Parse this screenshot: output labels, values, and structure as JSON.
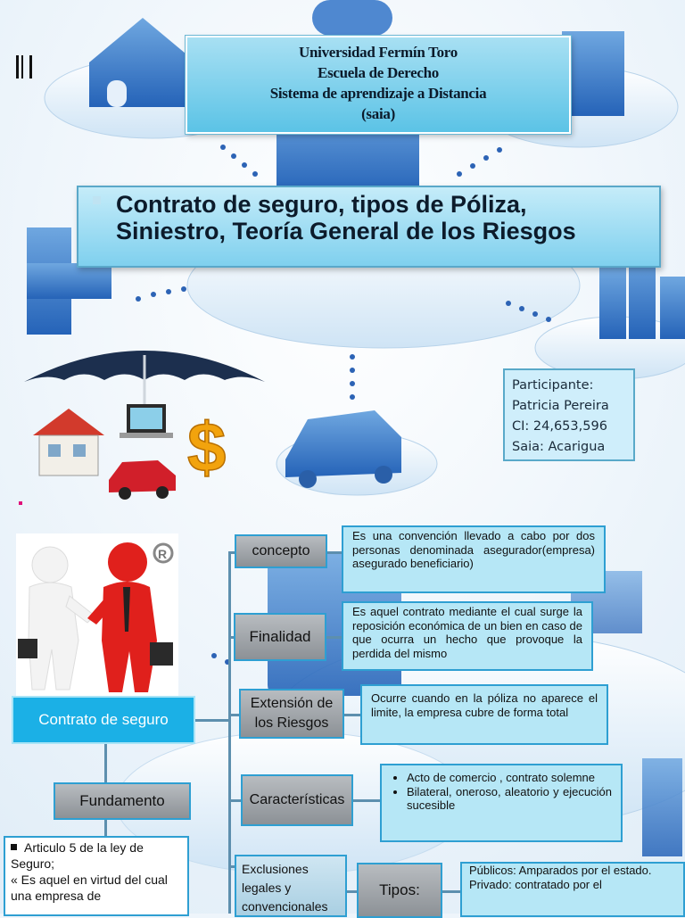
{
  "header": {
    "lines": [
      "Universidad Fermín Toro",
      "Escuela de Derecho",
      "Sistema de aprendizaje a Distancia",
      "(saia)"
    ]
  },
  "title": {
    "line1": "Contrato de seguro, tipos de Póliza,",
    "line2": "Siniestro, Teoría General de los Riesgos"
  },
  "participant": {
    "lines": [
      "Participante:",
      "Patricia Pereira",
      "CI: 24,653,596",
      "Saia: Acarigua"
    ]
  },
  "map": {
    "main": "Contrato de seguro",
    "fundamento": {
      "label": "Fundamento",
      "bullet": "Articulo 5 de la ley de Seguro;",
      "quote": "« Es aquel en virtud del cual una empresa de"
    },
    "concepto": {
      "label": "concepto",
      "text": "Es una convención llevado a cabo por dos personas denominada asegurador(empresa) asegurado beneficiario)"
    },
    "finalidad": {
      "label": "Finalidad",
      "text": "Es aquel contrato mediante el cual surge la reposición económica de un bien en caso de que ocurra un hecho que provoque la perdida del mismo"
    },
    "extension": {
      "label": "Extensión de los Riesgos",
      "text": "Ocurre cuando en la póliza no aparece el limite, la empresa cubre de forma total"
    },
    "caracteristicas": {
      "label": "Características",
      "items": [
        "Acto de comercio , contrato solemne",
        "Bilateral, oneroso, aleatorio y ejecución sucesible"
      ]
    },
    "exclusiones": {
      "label": "Exclusiones legales y convencionales",
      "tipos_label": "Tipos:",
      "tipos_items": [
        "Públicos: Amparados por el estado.",
        "Privado: contratado por el"
      ]
    }
  },
  "colors": {
    "accent": "#1bb0e6",
    "border": "#2e9fd2",
    "desc_bg": "#b6e7f6",
    "node_gray": "#9aa0a5"
  }
}
